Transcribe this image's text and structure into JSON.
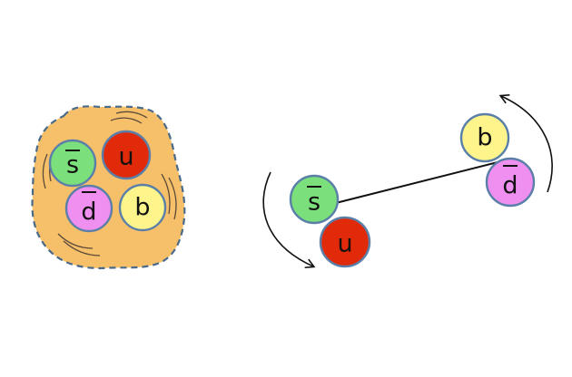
{
  "colors": {
    "blob_fill": "#f6c06a",
    "blob_outline": "#4a6a8a",
    "quark_outline": "#5a7fa8",
    "quark_s_bar": "#7be07b",
    "quark_u": "#e02a0a",
    "quark_d_bar": "#ef8fef",
    "quark_b": "#fdf58c",
    "string": "#111111",
    "arrow": "#111111"
  },
  "tetraquark": {
    "quarks": {
      "s_bar": "s",
      "u": "u",
      "d_bar": "d",
      "b": "b"
    }
  },
  "molecule": {
    "left_pair": {
      "s_bar": "s",
      "u": "u"
    },
    "right_pair": {
      "b": "b",
      "d_bar": "d"
    }
  }
}
